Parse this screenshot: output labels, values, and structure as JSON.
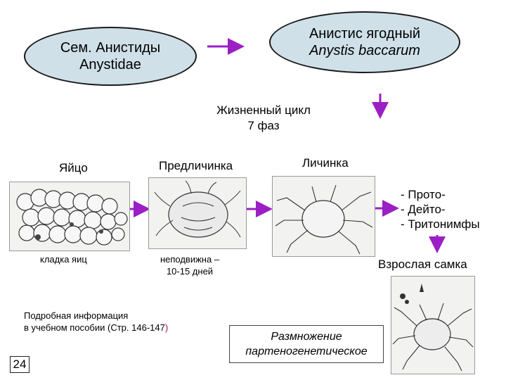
{
  "family": {
    "ru": "Сем. Анистиды",
    "latin": "Anystidae"
  },
  "species": {
    "ru": "Анистис ягодный",
    "latin": "Anystis baccarum"
  },
  "cycle": {
    "title": "Жизненный цикл",
    "phases": "7 фаз"
  },
  "stages": {
    "egg": "Яйцо",
    "prelarva": "Предличинка",
    "larva": "Личинка",
    "adult_female": "Взрослая самка"
  },
  "nymphs": [
    "- Прото-",
    "- Дейто-",
    "- Тритонимфы"
  ],
  "captions": {
    "egg": "кладка яиц",
    "prelarva_line1": "неподвижна –",
    "prelarva_line2": "10-15 дней"
  },
  "info": {
    "line1": "Подробная информация",
    "line2": "в учебном пособии (Стр. 146-147",
    "paren": ")"
  },
  "reproduction": {
    "line1": "Размножение",
    "line2": "партеногенетическое"
  },
  "page_number": "24",
  "colors": {
    "arrow": "#9b1fc4",
    "oval_fill": "#cfe0e8",
    "accent": "#c0006a"
  }
}
